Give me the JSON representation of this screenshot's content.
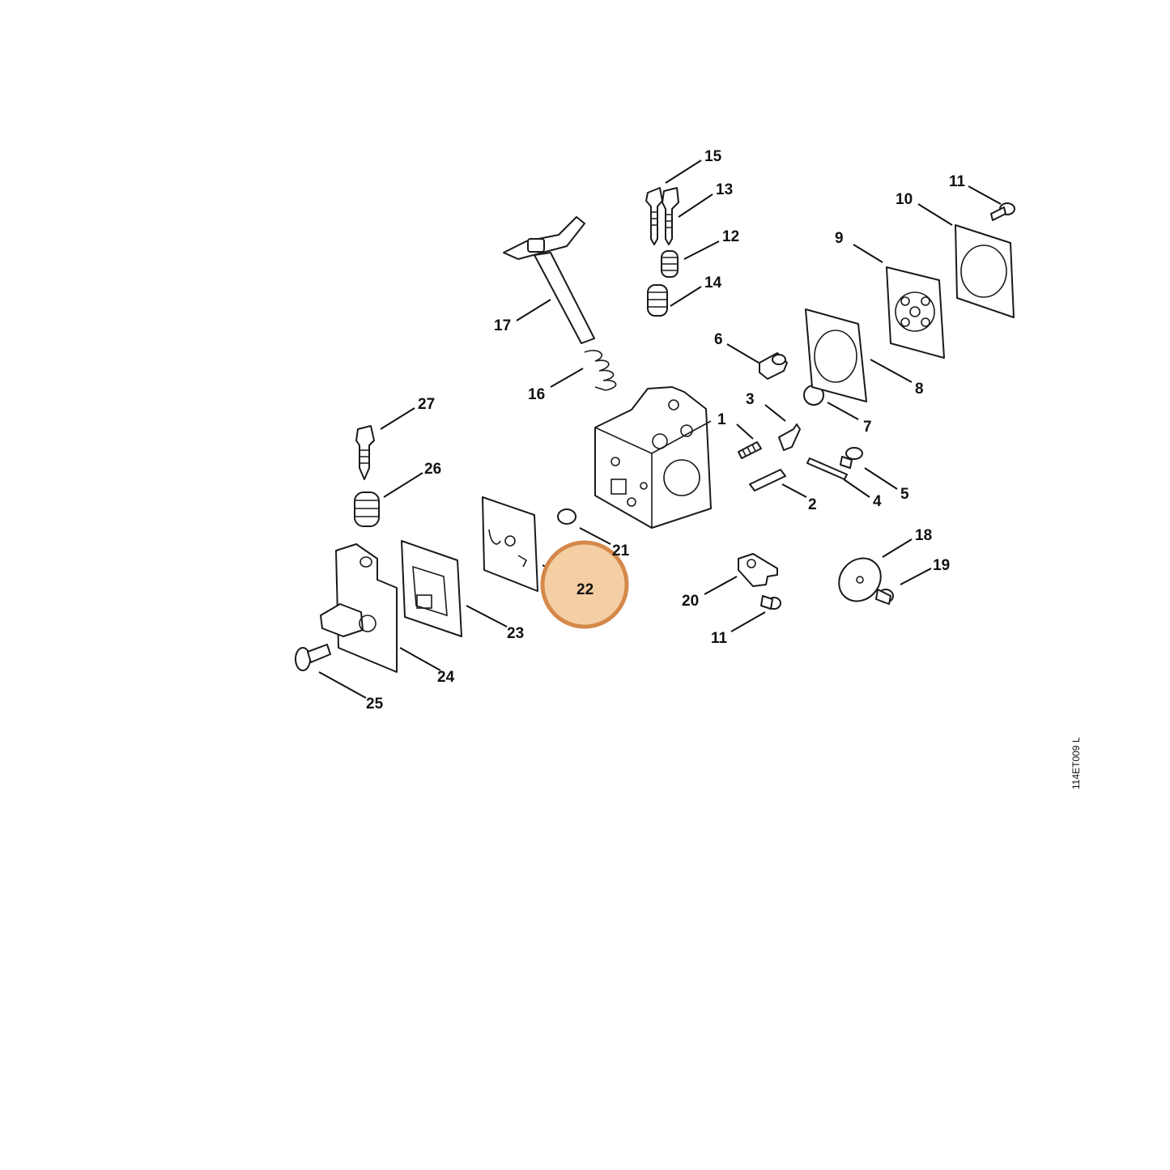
{
  "drawing_code": "114ET009 L",
  "highlight": {
    "label": "22",
    "fill": "#f4cfa4",
    "stroke": "#d4884a"
  },
  "callouts": [
    "1",
    "2",
    "3",
    "4",
    "5",
    "6",
    "7",
    "8",
    "9",
    "10",
    "11",
    "11",
    "12",
    "13",
    "14",
    "15",
    "16",
    "17",
    "18",
    "19",
    "20",
    "21",
    "22",
    "23",
    "24",
    "25",
    "26",
    "27"
  ]
}
